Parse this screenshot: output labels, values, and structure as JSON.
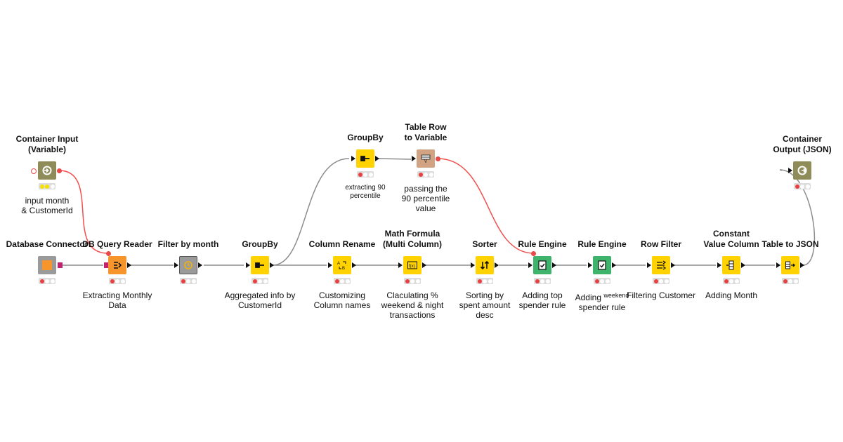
{
  "nodes": [
    {
      "title": "Container Input\n(Variable)",
      "description": "input month\n& CustomerId",
      "status": [
        "yellow",
        "yellow",
        "white"
      ],
      "color": "#8f8c5a",
      "icon": "container-input-icon"
    },
    {
      "title": "Database Connector",
      "description": "",
      "status": [
        "red",
        "white",
        "white"
      ],
      "color": "#8f8c5a",
      "icon": "database-connector-icon"
    },
    {
      "title": "DB Query Reader",
      "description": "Extracting Monthly\nData",
      "status": [
        "red",
        "white",
        "white"
      ],
      "color": "#f7952d",
      "icon": "db-query-reader-icon"
    },
    {
      "title": "Filter by month",
      "description": "",
      "status": [
        "red",
        "white",
        "white"
      ],
      "color": "#9a9a9a",
      "icon": "filter-by-month-icon"
    },
    {
      "title": "GroupBy",
      "description": "Aggregated info by\nCustomerId",
      "status": [
        "red",
        "white",
        "white"
      ],
      "color": "#ffd200",
      "icon": "groupby-icon"
    },
    {
      "title": "GroupBy",
      "description": "extracting 90\npercentile",
      "status": [
        "red",
        "white",
        "white"
      ],
      "color": "#ffd200",
      "icon": "groupby-icon"
    },
    {
      "title": "Table Row\nto Variable",
      "description": "passing the\n90 percentile\nvalue",
      "status": [
        "red",
        "white",
        "white"
      ],
      "color": "#d1a383",
      "icon": "table-row-to-variable-icon"
    },
    {
      "title": "Column Rename",
      "description": "Customizing\nColumn names",
      "status": [
        "red",
        "white",
        "white"
      ],
      "color": "#ffd200",
      "icon": "column-rename-icon"
    },
    {
      "title": "Math Formula\n(Multi Column)",
      "description": "Claculating %\nweekend & night\ntransactions",
      "status": [
        "red",
        "white",
        "white"
      ],
      "color": "#ffd200",
      "icon": "math-formula-icon"
    },
    {
      "title": "Sorter",
      "description": "Sorting by\nspent amount\ndesc",
      "status": [
        "red",
        "white",
        "white"
      ],
      "color": "#ffd200",
      "icon": "sorter-icon"
    },
    {
      "title": "Rule Engine",
      "description": "Adding top\nspender rule",
      "status": [
        "red",
        "white",
        "white"
      ],
      "color": "#3db36b",
      "icon": "rule-engine-icon"
    },
    {
      "title": "Rule Engine",
      "description_parts": [
        "Adding ",
        "weekend",
        "spender rule"
      ],
      "status": [
        "red",
        "white",
        "white"
      ],
      "color": "#3db36b",
      "icon": "rule-engine-icon"
    },
    {
      "title": "Row Filter",
      "description": "Filtering Customer",
      "status": [
        "red",
        "white",
        "white"
      ],
      "color": "#ffd200",
      "icon": "row-filter-icon"
    },
    {
      "title": "Constant\nValue Column",
      "description": "Adding Month",
      "status": [
        "red",
        "white",
        "white"
      ],
      "color": "#ffd200",
      "icon": "constant-value-column-icon"
    },
    {
      "title": "Table to JSON",
      "description": "",
      "status": [
        "red",
        "white",
        "white"
      ],
      "color": "#ffd200",
      "icon": "table-to-json-icon"
    },
    {
      "title": "Container\nOutput (JSON)",
      "description": "",
      "status": [
        "red",
        "white",
        "white"
      ],
      "color": "#8f8c5a",
      "icon": "container-output-icon"
    }
  ],
  "connection_colors": {
    "data": "#8c8c8c",
    "variable": "#f05050"
  }
}
